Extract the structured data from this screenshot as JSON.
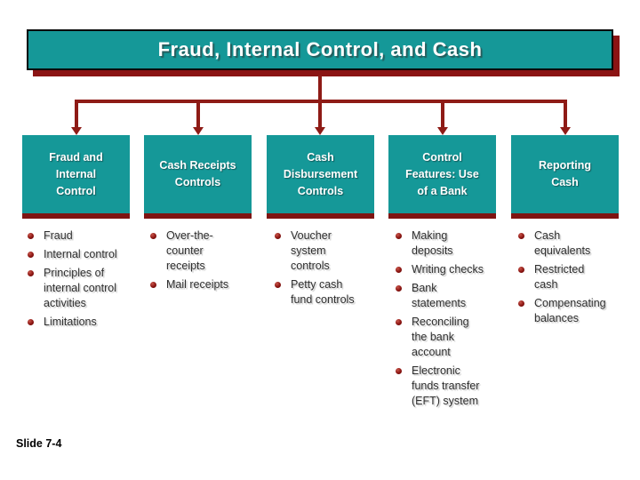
{
  "slide": {
    "title": "Fraud, Internal Control, and Cash",
    "slide_label": "Slide 7-4"
  },
  "colors": {
    "teal_fill": "#159898",
    "maroon_connector": "#8e1b16",
    "maroon_box_underline": "#7e1412",
    "maroon_title_shadow": "#8b1414",
    "bullet_maroon": "#8b1512",
    "body_text": "#2f2f2f",
    "box_text": "#ffffff"
  },
  "columns": [
    {
      "header": "Fraud and\nInternal\nControl",
      "items": [
        "Fraud",
        "Internal control",
        "Principles of\ninternal control\nactivities",
        "Limitations"
      ]
    },
    {
      "header": "Cash Receipts\nControls",
      "items": [
        "Over-the-\ncounter\nreceipts",
        "Mail receipts"
      ]
    },
    {
      "header": "Cash\nDisbursement\nControls",
      "items": [
        "Voucher\nsystem\ncontrols",
        "Petty cash\nfund controls"
      ]
    },
    {
      "header": "Control\nFeatures: Use\nof a Bank",
      "items": [
        "Making\ndeposits",
        "Writing checks",
        "Bank\nstatements",
        "Reconciling\nthe bank\naccount",
        "Electronic\nfunds transfer\n(EFT) system"
      ]
    },
    {
      "header": "Reporting\nCash",
      "items": [
        "Cash\nequivalents",
        "Restricted\ncash",
        "Compensating\nbalances"
      ]
    }
  ]
}
